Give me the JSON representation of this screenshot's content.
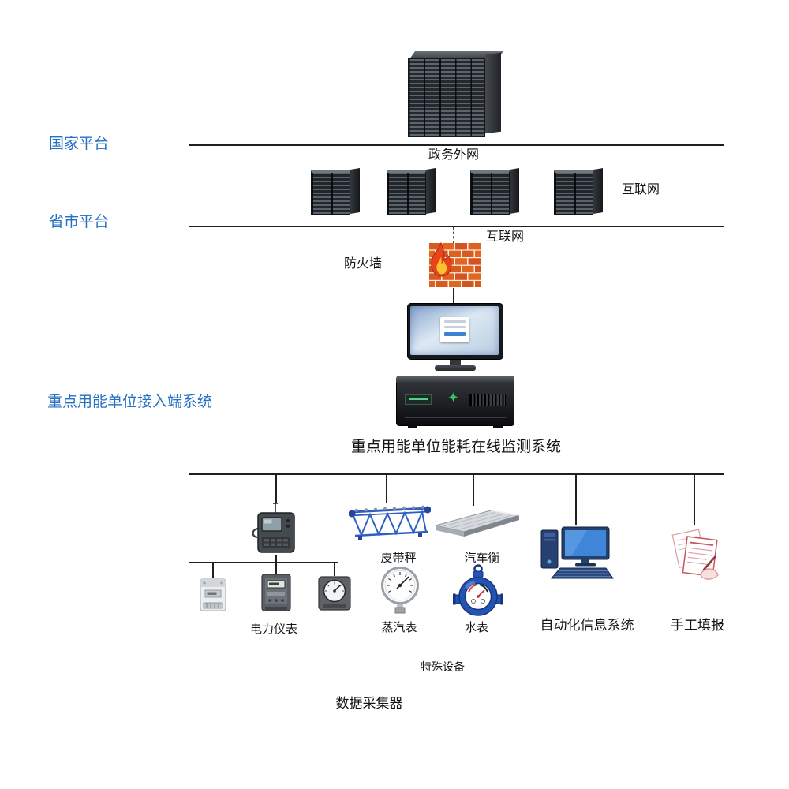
{
  "labels": {
    "national_platform": "国家平台",
    "provincial_platform": "省市平台",
    "access_terminal_system": "重点用能单位接入端系统",
    "gov_external_network": "政务外网",
    "internet_upper": "互联网",
    "internet_lower": "互联网",
    "firewall": "防火墙",
    "monitoring_system": "重点用能单位能耗在线监测系统",
    "data_collector": "数据采集器",
    "belt_scale": "皮带秤",
    "truck_scale": "汽车衡",
    "power_meters": "电力仪表",
    "steam_meter": "蒸汽表",
    "water_meter": "水表",
    "automation_info_system": "自动化信息系统",
    "manual_reporting": "手工填报",
    "special_equipment": "特殊设备"
  },
  "icons": [
    "national-server-rack-icon",
    "server-tower-icon",
    "firewall-icon",
    "monitor-icon",
    "collector-server-icon",
    "data-collector-icon",
    "belt-scale-icon",
    "truck-scale-icon",
    "power-meter-icon",
    "steam-gauge-icon",
    "water-meter-icon",
    "automation-computer-icon",
    "manual-reporting-icon"
  ],
  "colors": {
    "platform_label_blue": "#2470c2",
    "connector_black": "#1f1f1f",
    "firewall_brick_orange": "#d95a1e",
    "flame_orange": "#e8431c",
    "water_meter_blue": "#2353b5",
    "belt_scale_blue": "#2e5ec2"
  }
}
